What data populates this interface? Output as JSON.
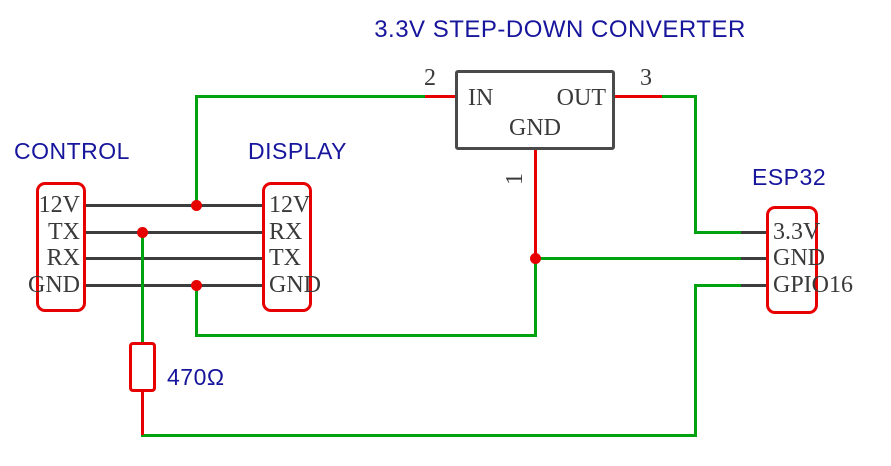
{
  "title": "3.3V STEP-DOWN CONVERTER",
  "converter": {
    "pin_in": "IN",
    "pin_out": "OUT",
    "pin_gnd": "GND",
    "num_in": "2",
    "num_out": "3",
    "num_gnd": "1"
  },
  "control": {
    "label": "CONTROL",
    "pins": [
      "12V",
      "TX",
      "RX",
      "GND"
    ]
  },
  "display": {
    "label": "DISPLAY",
    "pins": [
      "12V",
      "RX",
      "TX",
      "GND"
    ]
  },
  "esp32": {
    "label": "ESP32",
    "pins": [
      "3.3V",
      "GND",
      "GPIO16"
    ]
  },
  "resistor": {
    "label": "470Ω"
  },
  "colors": {
    "label_blue": "#16159c",
    "wire_green": "#00a30f",
    "wire_red": "#e60000",
    "wire_dark": "#3d3d3d",
    "part_red": "#e60000",
    "converter_gray": "#4a4a4a",
    "pin_text": "#3a3a3a"
  }
}
